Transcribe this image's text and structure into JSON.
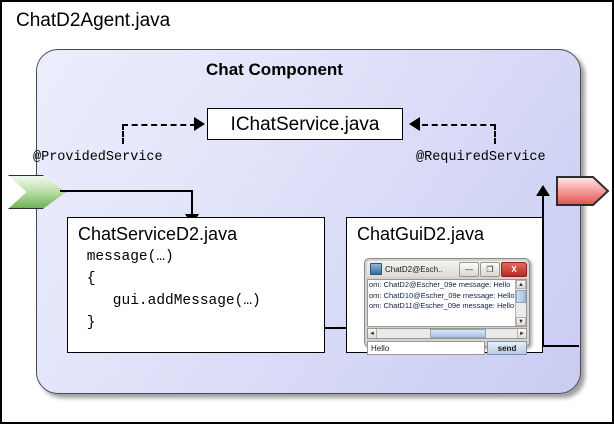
{
  "diagram": {
    "agent_title": "ChatD2Agent.java",
    "component_title": "Chat Component",
    "interface_label": "IChatService.java",
    "annotations": {
      "provided": "@ProvidedService",
      "required": "@RequiredService"
    },
    "ports": {
      "provided_icon": "provided-service-port-icon",
      "provided_color": "#7cbf62",
      "required_icon": "required-service-port-icon",
      "required_color": "#ef6b6b"
    },
    "service_box": {
      "title": "ChatServiceD2.java",
      "code": [
        " message(…)",
        " {",
        "    gui.addMessage(…)",
        " }"
      ]
    },
    "gui_box": {
      "title": "ChatGuiD2.java"
    }
  },
  "swing_window": {
    "title": "ChatD2@Esch..",
    "app_icon": "java-app-icon",
    "buttons": {
      "minimize": "—",
      "maximize": "❐",
      "close": "X"
    },
    "messages": [
      "om: ChatD2@Escher_09e message: Hello",
      "om: ChatD10@Escher_09e message: Hello",
      "om: ChatD11@Escher_09e message: Hello"
    ],
    "vscroll": {
      "up": "▲",
      "down": "▼"
    },
    "hscroll": {
      "left": "◄",
      "right": "►"
    },
    "input_value": "Hello",
    "send_label": "send"
  }
}
